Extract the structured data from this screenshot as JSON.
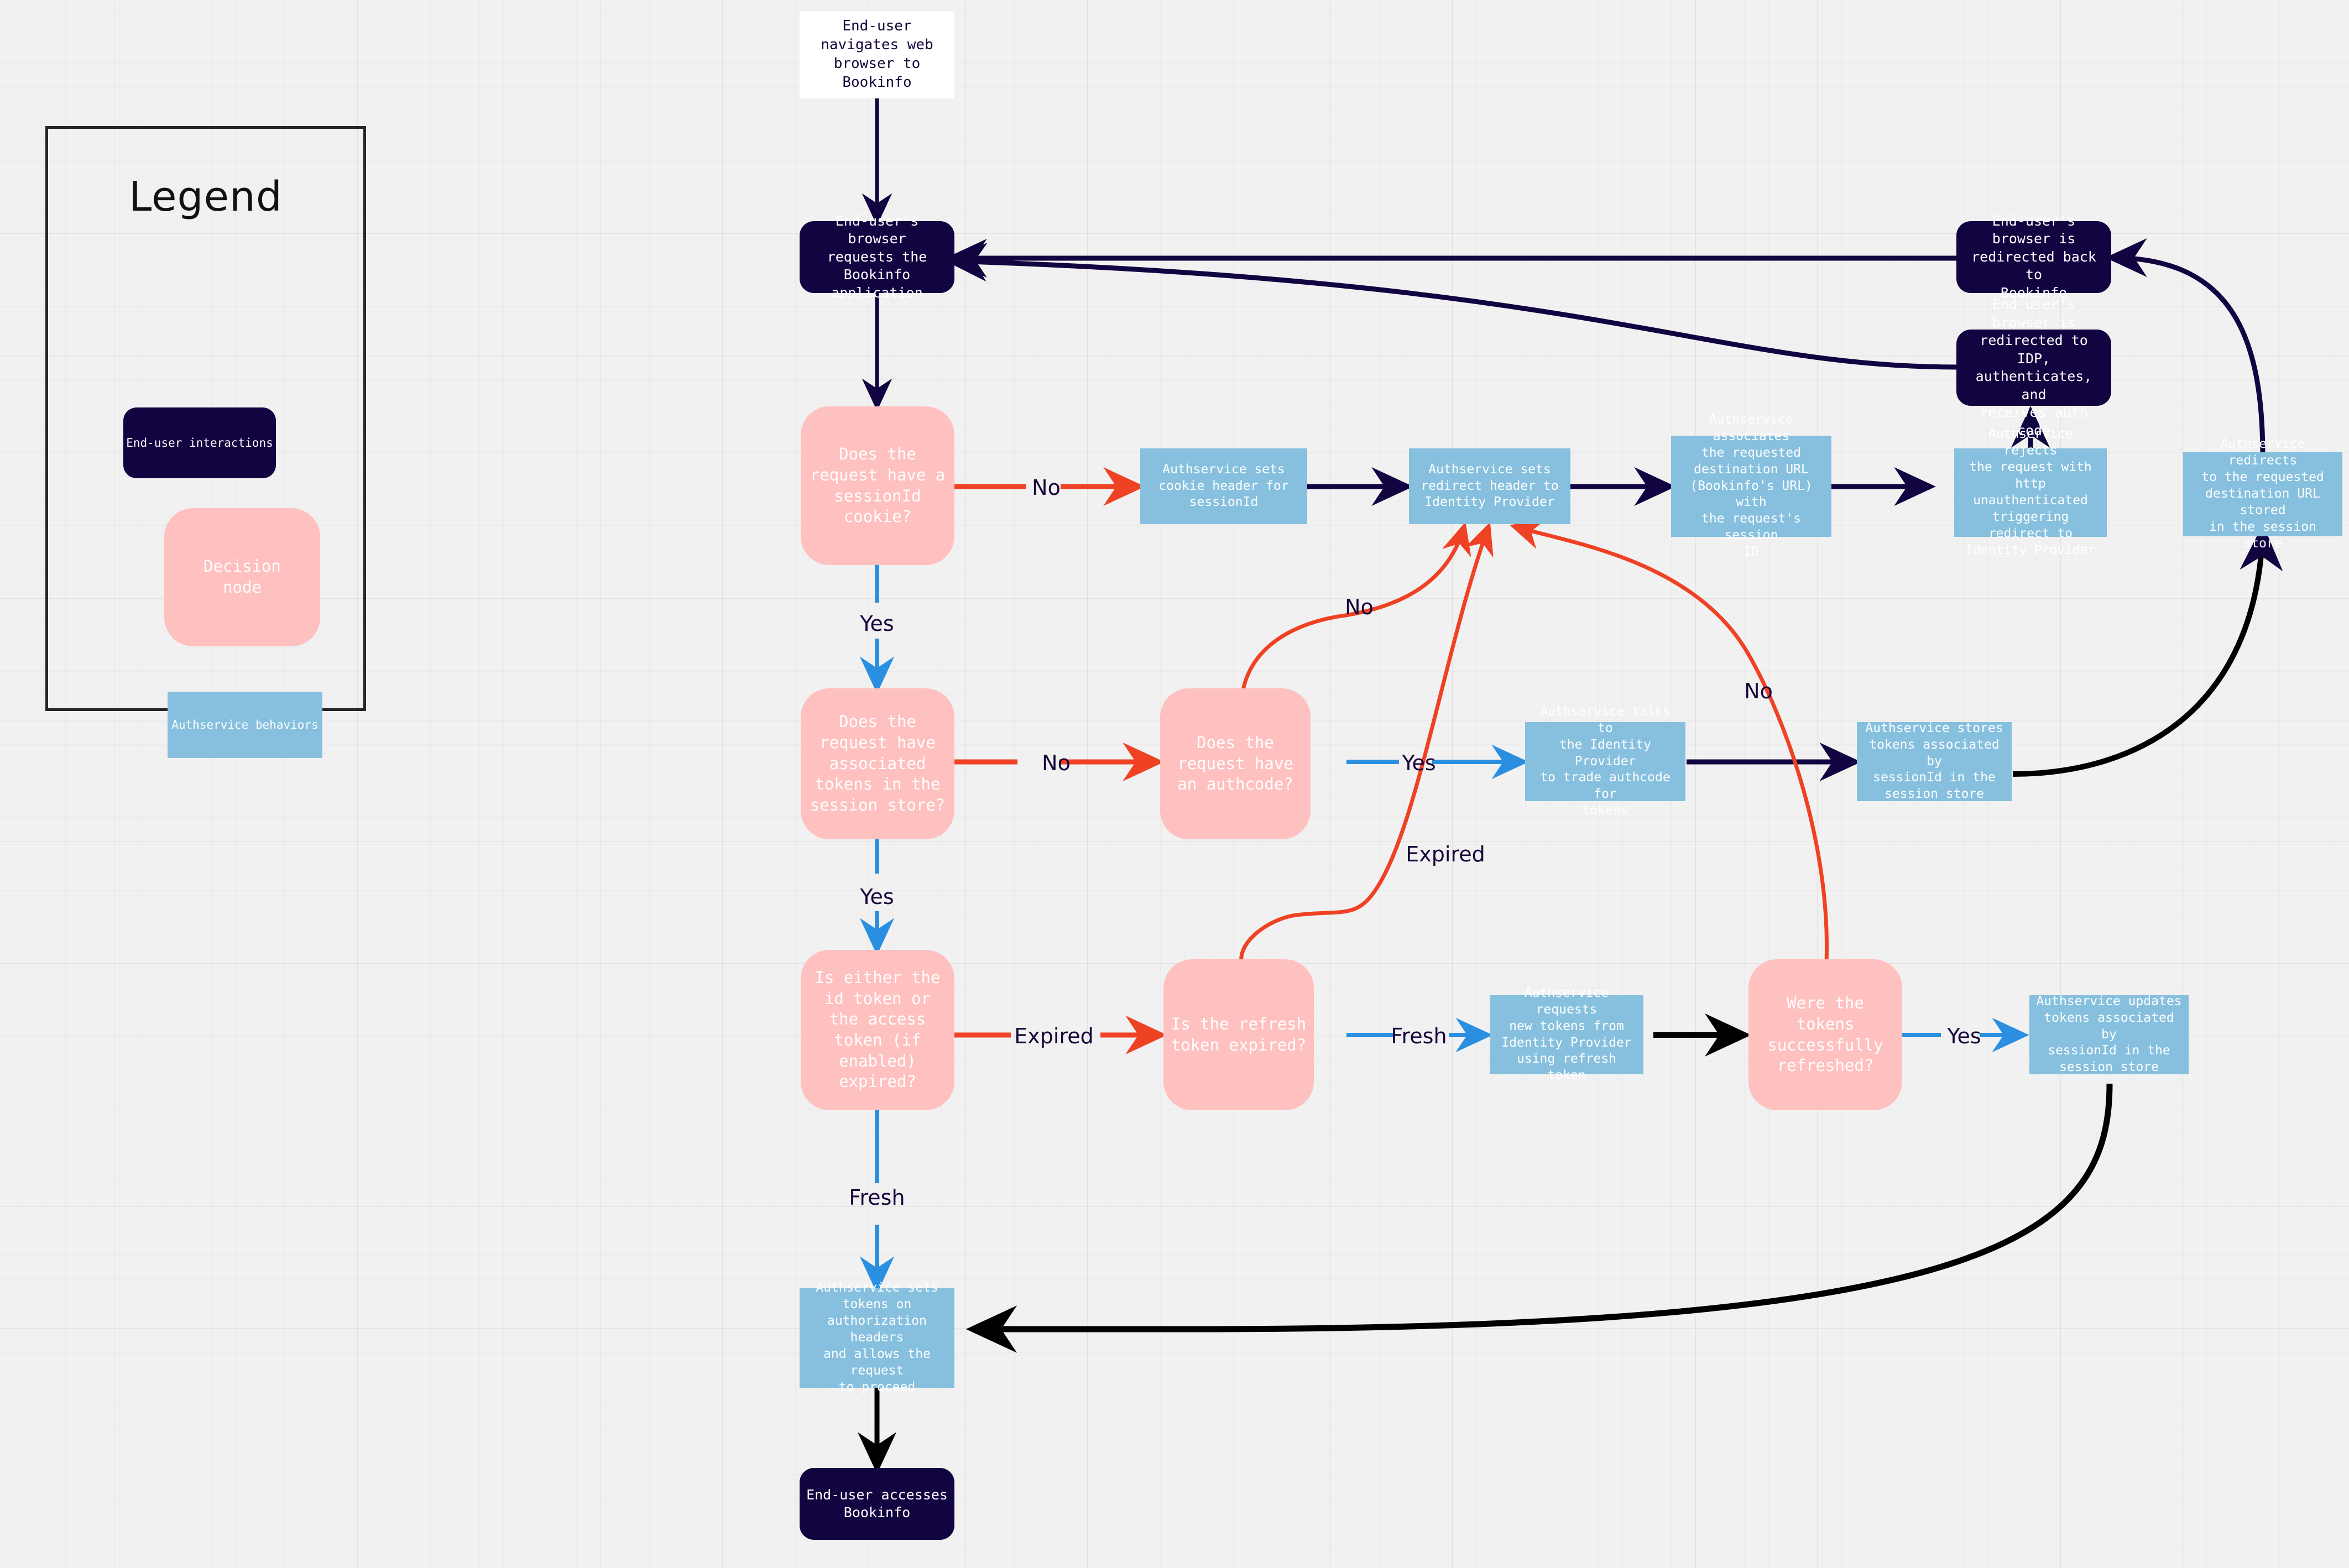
{
  "legend": {
    "title": "Legend",
    "items": [
      {
        "label": "End-user interactions",
        "type": "end-user",
        "color": "#120440"
      },
      {
        "label": "Decision\nnode",
        "type": "decision",
        "color": "#ffc0c0"
      },
      {
        "label": "Authservice behaviors",
        "type": "authservice",
        "color": "#86c0de"
      }
    ]
  },
  "colors": {
    "background": "#f1f1f1",
    "end_user_node": "#120440",
    "decision_node": "#ffc0c0",
    "authservice_node": "#86c0de",
    "edge_default": "#120440",
    "edge_no": "#ef4123",
    "edge_yes": "#2a8fe0",
    "edge_black": "#000000",
    "label_text": "#16043a"
  },
  "nodes": {
    "start": {
      "label": "End-user navigates web\nbrowser to Bookinfo",
      "type": "start"
    },
    "browser_requests": {
      "label": "End-user's browser\nrequests the Bookinfo\napplication",
      "type": "end-user"
    },
    "d_session_cookie": {
      "label": "Does the\nrequest have a\nsessionId\ncookie?",
      "type": "decision"
    },
    "set_cookie_header": {
      "label": "Authservice sets\ncookie header for\nsessionId",
      "type": "authservice"
    },
    "set_redirect_header": {
      "label": "Authservice sets\nredirect header to\nIdentity Provider",
      "type": "authservice"
    },
    "associate_url": {
      "label": "Authservice associates\nthe requested\ndestination URL\n(Bookinfo's URL) with\nthe request's session\nID",
      "type": "authservice"
    },
    "reject_unauth": {
      "label": "Authservice rejects\nthe request with http\nunauthenticated\ntriggering redirect to\nIdentity Provider",
      "type": "authservice"
    },
    "browser_to_idp": {
      "label": "End-user's browser is\nredirected to IDP,\nauthenticates, and\nreceives auth code",
      "type": "end-user"
    },
    "browser_back_bookinfo": {
      "label": "End-user's browser is\nredirected back to\nBookinfo",
      "type": "end-user"
    },
    "redirect_dest_url": {
      "label": "Authservice redirects\nto the requested\ndestination URL stored\nin the session store",
      "type": "authservice"
    },
    "d_tokens_in_store": {
      "label": "Does the\nrequest have\nassociated\ntokens in the\nsession store?",
      "type": "decision"
    },
    "d_has_authcode": {
      "label": "Does the\nrequest have\nan authcode?",
      "type": "decision"
    },
    "trade_authcode": {
      "label": "Authservice talks to\nthe Identity Provider\nto trade authcode for\ntokens",
      "type": "authservice"
    },
    "store_tokens": {
      "label": "Authservice stores\ntokens associated by\nsessionId in the\nsession store",
      "type": "authservice"
    },
    "d_token_expired": {
      "label": "Is either the\nid token or\nthe access\ntoken (if\nenabled)\nexpired?",
      "type": "decision"
    },
    "d_refresh_expired": {
      "label": "Is the refresh\ntoken expired?",
      "type": "decision"
    },
    "request_new_tokens": {
      "label": "Authservice requests\nnew tokens from\nIdentity Provider\nusing refresh token",
      "type": "authservice"
    },
    "d_tokens_refreshed": {
      "label": "Were the\ntokens\nsuccessfully\nrefreshed?",
      "type": "decision"
    },
    "update_tokens": {
      "label": "Authservice updates\ntokens associated by\nsessionId in the\nsession store",
      "type": "authservice"
    },
    "set_auth_headers": {
      "label": "Authservice sets\ntokens on\nauthorization headers\nand allows the request\nto proceed",
      "type": "authservice"
    },
    "end_access": {
      "label": "End-user accesses\nBookinfo",
      "type": "end-user"
    }
  },
  "edge_labels": {
    "no_session_cookie": "No",
    "yes_session_cookie": "Yes",
    "no_tokens_in_store": "No",
    "yes_tokens_in_store": "Yes",
    "no_authcode": "No",
    "yes_authcode": "Yes",
    "expired_token": "Expired",
    "fresh_token": "Fresh",
    "expired_refresh": "Expired",
    "fresh_refresh": "Fresh",
    "no_refreshed": "No",
    "yes_refreshed": "Yes"
  }
}
